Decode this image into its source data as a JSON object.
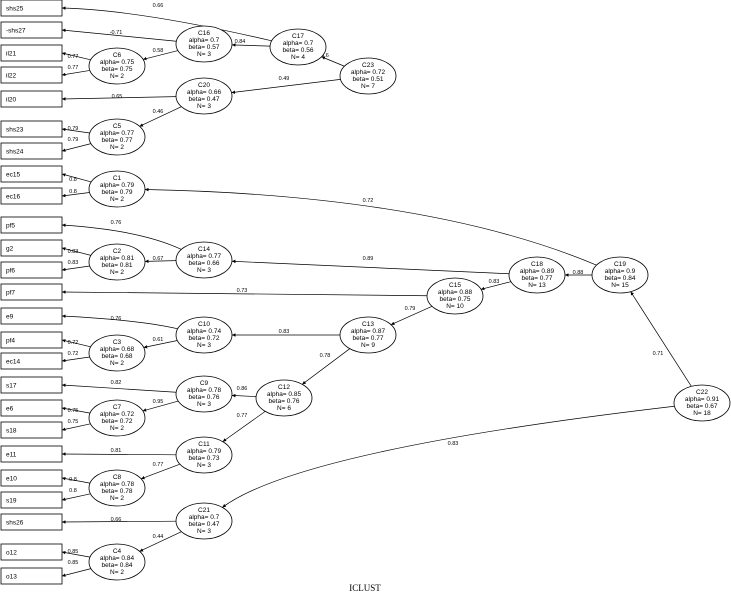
{
  "title": "ICLUST",
  "leaves": [
    "shs25",
    "-shs27",
    "il21",
    "il22",
    "il20",
    "shs23",
    "shs24",
    "ec15",
    "ec16",
    "pf5",
    "g2",
    "pf6",
    "pf7",
    "e9",
    "pf4",
    "ec14",
    "s17",
    "e6",
    "s18",
    "e11",
    "e10",
    "s19",
    "shs26",
    "o12",
    "o13"
  ],
  "clusters": {
    "C1": {
      "alpha": "0.79",
      "beta": "0.79",
      "n": "2"
    },
    "C2": {
      "alpha": "0.81",
      "beta": "0.81",
      "n": "2"
    },
    "C3": {
      "alpha": "0.68",
      "beta": "0.68",
      "n": "2"
    },
    "C4": {
      "alpha": "0.84",
      "beta": "0.84",
      "n": "2"
    },
    "C5": {
      "alpha": "0.77",
      "beta": "0.77",
      "n": "2"
    },
    "C6": {
      "alpha": "0.75",
      "beta": "0.75",
      "n": "2"
    },
    "C7": {
      "alpha": "0.72",
      "beta": "0.72",
      "n": "2"
    },
    "C8": {
      "alpha": "0.78",
      "beta": "0.78",
      "n": "2"
    },
    "C9": {
      "alpha": "0.78",
      "beta": "0.76",
      "n": "3"
    },
    "C10": {
      "alpha": "0.74",
      "beta": "0.72",
      "n": "3"
    },
    "C11": {
      "alpha": "0.79",
      "beta": "0.73",
      "n": "3"
    },
    "C12": {
      "alpha": "0.85",
      "beta": "0.76",
      "n": "6"
    },
    "C13": {
      "alpha": "0.87",
      "beta": "0.77",
      "n": "9"
    },
    "C14": {
      "alpha": "0.77",
      "beta": "0.66",
      "n": "3"
    },
    "C15": {
      "alpha": "0.88",
      "beta": "0.75",
      "n": "10"
    },
    "C16": {
      "alpha": "0.7",
      "beta": "0.57",
      "n": "3"
    },
    "C17": {
      "alpha": "0.7",
      "beta": "0.56",
      "n": "4"
    },
    "C18": {
      "alpha": "0.89",
      "beta": "0.77",
      "n": "13"
    },
    "C19": {
      "alpha": "0.9",
      "beta": "0.84",
      "n": "15"
    },
    "C20": {
      "alpha": "0.66",
      "beta": "0.47",
      "n": "3"
    },
    "C21": {
      "alpha": "0.7",
      "beta": "0.47",
      "n": "3"
    },
    "C22": {
      "alpha": "0.91",
      "beta": "0.67",
      "n": "18"
    },
    "C23": {
      "alpha": "0.72",
      "beta": "0.51",
      "n": "7"
    }
  },
  "edges": [
    {
      "from": "C17",
      "to": "shs25",
      "label": "0.66"
    },
    {
      "from": "C16",
      "to": "-shs27",
      "label": "-0.71"
    },
    {
      "from": "C6",
      "to": "il21",
      "label": "0.77"
    },
    {
      "from": "C6",
      "to": "il22",
      "label": "0.77"
    },
    {
      "from": "C16",
      "to": "C6",
      "label": "0.58"
    },
    {
      "from": "C17",
      "to": "C16",
      "label": "0.84"
    },
    {
      "from": "C23",
      "to": "C17",
      "label": "0.6"
    },
    {
      "from": "C23",
      "to": "C20",
      "label": "0.49"
    },
    {
      "from": "C20",
      "to": "il20",
      "label": "0.65"
    },
    {
      "from": "C20",
      "to": "C5",
      "label": "0.46"
    },
    {
      "from": "C5",
      "to": "shs23",
      "label": "0.79"
    },
    {
      "from": "C5",
      "to": "shs24",
      "label": "0.79"
    },
    {
      "from": "C1",
      "to": "ec15",
      "label": "0.8"
    },
    {
      "from": "C1",
      "to": "ec16",
      "label": "0.8"
    },
    {
      "from": "C19",
      "to": "C1",
      "label": "0.72"
    },
    {
      "from": "C14",
      "to": "pf5",
      "label": "0.76"
    },
    {
      "from": "C2",
      "to": "g2",
      "label": "0.83"
    },
    {
      "from": "C2",
      "to": "pf6",
      "label": "0.83"
    },
    {
      "from": "C14",
      "to": "C2",
      "label": "0.67"
    },
    {
      "from": "C18",
      "to": "C14",
      "label": "0.89"
    },
    {
      "from": "C19",
      "to": "C18",
      "label": "0.88"
    },
    {
      "from": "C18",
      "to": "C15",
      "label": "0.83"
    },
    {
      "from": "C15",
      "to": "pf7",
      "label": "0.73"
    },
    {
      "from": "C15",
      "to": "C13",
      "label": "0.79"
    },
    {
      "from": "C13",
      "to": "C10",
      "label": "0.83"
    },
    {
      "from": "C10",
      "to": "e9",
      "label": "0.76"
    },
    {
      "from": "C10",
      "to": "C3",
      "label": "0.61"
    },
    {
      "from": "C3",
      "to": "pf4",
      "label": "0.72"
    },
    {
      "from": "C3",
      "to": "ec14",
      "label": "0.72"
    },
    {
      "from": "C13",
      "to": "C12",
      "label": "0.78"
    },
    {
      "from": "C12",
      "to": "C9",
      "label": "0.86"
    },
    {
      "from": "C9",
      "to": "s17",
      "label": "0.82"
    },
    {
      "from": "C9",
      "to": "C7",
      "label": "0.95"
    },
    {
      "from": "C7",
      "to": "e6",
      "label": "0.75"
    },
    {
      "from": "C7",
      "to": "s18",
      "label": "0.75"
    },
    {
      "from": "C12",
      "to": "C11",
      "label": "0.77"
    },
    {
      "from": "C11",
      "to": "e11",
      "label": "0.81"
    },
    {
      "from": "C11",
      "to": "C8",
      "label": "0.77"
    },
    {
      "from": "C8",
      "to": "e10",
      "label": "0.8"
    },
    {
      "from": "C8",
      "to": "s19",
      "label": "0.8"
    },
    {
      "from": "C22",
      "to": "C19",
      "label": "0.71"
    },
    {
      "from": "C22",
      "to": "C21",
      "label": "0.83"
    },
    {
      "from": "C21",
      "to": "shs26",
      "label": "0.66"
    },
    {
      "from": "C21",
      "to": "C4",
      "label": "0.44"
    },
    {
      "from": "C4",
      "to": "o12",
      "label": "0.85"
    },
    {
      "from": "C4",
      "to": "o13",
      "label": "0.85"
    }
  ]
}
